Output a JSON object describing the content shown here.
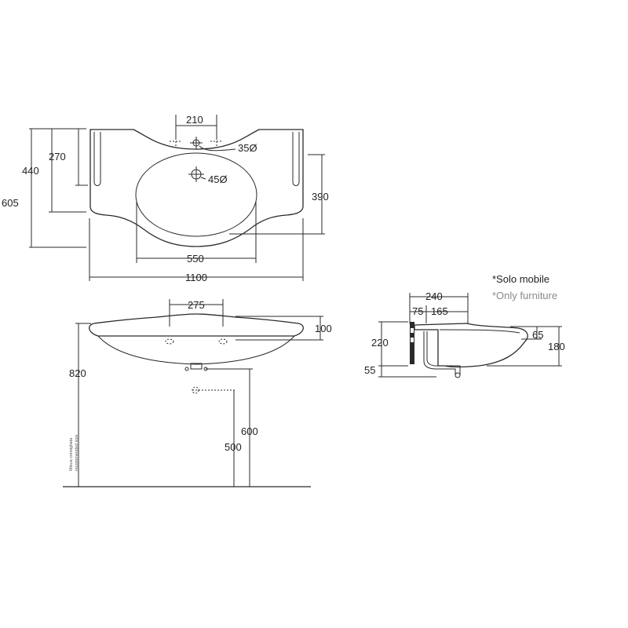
{
  "plan": {
    "width_total": "1100",
    "bowl_width": "550",
    "tap_spacing": "210",
    "tap_hole": "35Ø",
    "drain_hole": "45Ø",
    "depth_total": "605",
    "depth_440": "440",
    "depth_270": "270",
    "depth_390": "390"
  },
  "front": {
    "hole_spacing": "275",
    "rim_height": "100",
    "floor_height_820": "820",
    "drain_height_600": "600",
    "supply_height_500": "500",
    "recommended_note_it": "Misua consigliata",
    "recommended_note_en": "recommended size"
  },
  "side": {
    "depth_240": "240",
    "depth_75": "75",
    "depth_165": "165",
    "height_220": "220",
    "height_55": "55",
    "height_65": "65",
    "height_180": "180",
    "note_it": "*Solo mobile",
    "note_en": "*Only furniture"
  }
}
